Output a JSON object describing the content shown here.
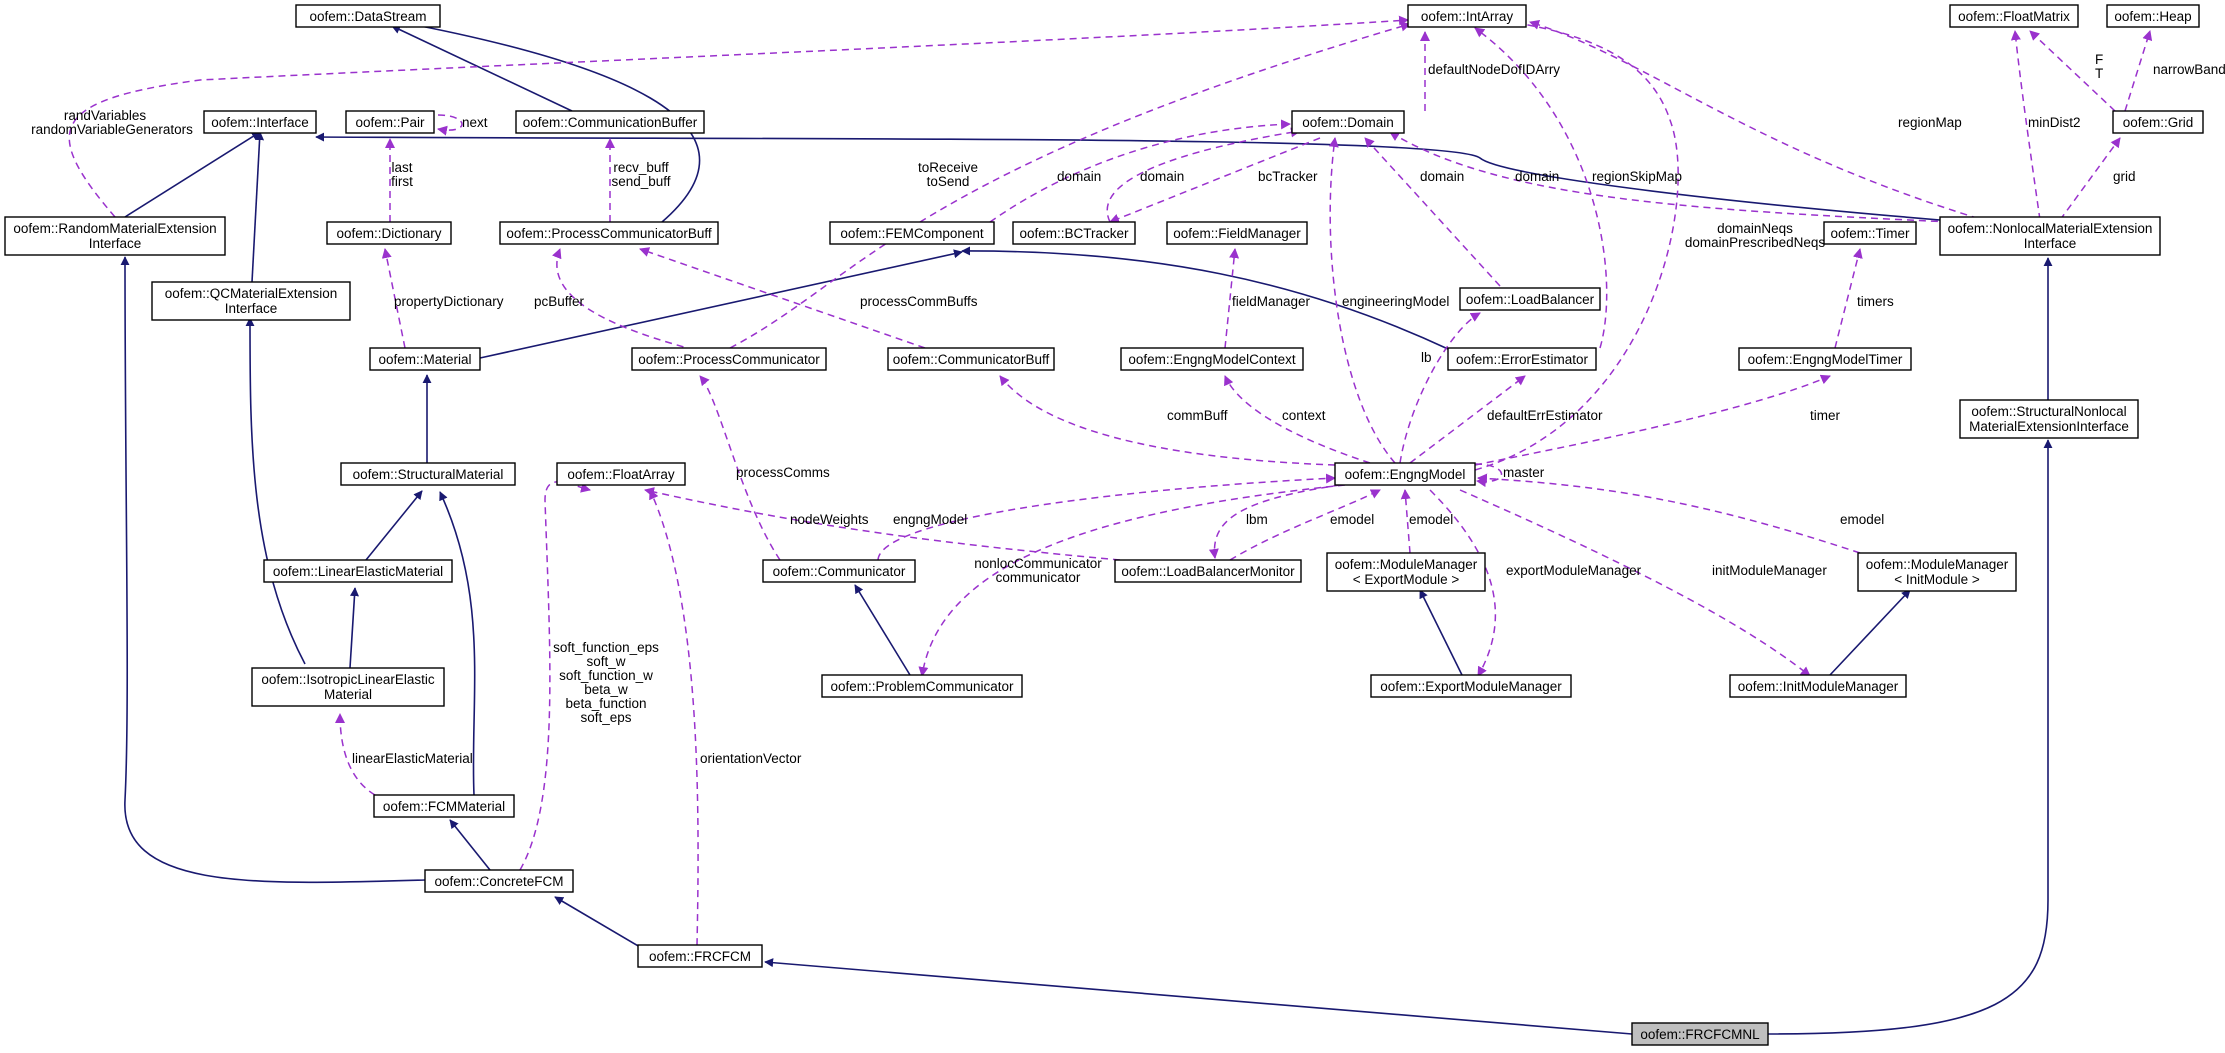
{
  "nodes": {
    "datastream": "oofem::DataStream",
    "intarray": "oofem::IntArray",
    "floatmatrix": "oofem::FloatMatrix",
    "heap": "oofem::Heap",
    "interface": "oofem::Interface",
    "pair": "oofem::Pair",
    "commbuffer": "oofem::CommunicationBuffer",
    "domain": "oofem::Domain",
    "grid": "oofem::Grid",
    "randmat": [
      "oofem::RandomMaterialExtension",
      "Interface"
    ],
    "dictionary": "oofem::Dictionary",
    "pcbuff": "oofem::ProcessCommunicatorBuff",
    "femcomponent": "oofem::FEMComponent",
    "bctracker": "oofem::BCTracker",
    "fieldmanager": "oofem::FieldManager",
    "timer": "oofem::Timer",
    "nonlocal": [
      "oofem::NonlocalMaterialExtension",
      "Interface"
    ],
    "qcmat": [
      "oofem::QCMaterialExtension",
      "Interface"
    ],
    "loadbalancer": "oofem::LoadBalancer",
    "material": "oofem::Material",
    "proccomm": "oofem::ProcessCommunicator",
    "commbuff": "oofem::CommunicatorBuff",
    "emcontext": "oofem::EngngModelContext",
    "errest": "oofem::ErrorEstimator",
    "emtimer": "oofem::EngngModelTimer",
    "structnonlocal": [
      "oofem::StructuralNonlocal",
      "MaterialExtensionInterface"
    ],
    "structmat": "oofem::StructuralMaterial",
    "floatarray": "oofem::FloatArray",
    "engngmodel": "oofem::EngngModel",
    "linelastic": "oofem::LinearElasticMaterial",
    "communicator": "oofem::Communicator",
    "lbmonitor": "oofem::LoadBalancerMonitor",
    "mmexport": [
      "oofem::ModuleManager",
      "< ExportModule >"
    ],
    "mminit": [
      "oofem::ModuleManager",
      "< InitModule >"
    ],
    "isolinelastic": [
      "oofem::IsotropicLinearElastic",
      "Material"
    ],
    "probcomm": "oofem::ProblemCommunicator",
    "exportmm": "oofem::ExportModuleManager",
    "initmm": "oofem::InitModuleManager",
    "fcmmat": "oofem::FCMMaterial",
    "concretefcm": "oofem::ConcreteFCM",
    "frcfcm": "oofem::FRCFCM",
    "frcfcmnl": "oofem::FRCFCMNL"
  },
  "labels": {
    "randvars": [
      "randVariables",
      "randomVariableGenerators"
    ],
    "next": "next",
    "lastfirst": [
      "last",
      "first"
    ],
    "recvsend": [
      "recv_buff",
      "send_buff"
    ],
    "torecv": [
      "toReceive",
      "toSend"
    ],
    "defaultnode": "defaultNodeDofIDArry",
    "ft": [
      "F",
      "T"
    ],
    "narrowband": "narrowBand",
    "regionmap": "regionMap",
    "mindist2": "minDist2",
    "grid": "grid",
    "domain1": "domain",
    "domain2": "domain",
    "domain3": "domain",
    "domain4": "domain",
    "bctracker": "bcTracker",
    "regionskip": "regionSkipMap",
    "domainneqs": [
      "domainNeqs",
      "domainPrescribedNeqs"
    ],
    "propdict": "propertyDictionary",
    "pcbuffer": "pcBuffer",
    "processcommbuffs": "processCommBuffs",
    "fieldmanager": "fieldManager",
    "engineering": "engineeringModel",
    "timers": "timers",
    "lb": "lb",
    "commbuff": "commBuff",
    "context": "context",
    "defaulterr": "defaultErrEstimator",
    "timer": "timer",
    "processcomms": "processComms",
    "master": "master",
    "nodeweights": "nodeWeights",
    "engngmodel": "engngModel",
    "lbm": "lbm",
    "emodel1": "emodel",
    "emodel2": "emodel",
    "emodel3": "emodel",
    "nonloccomm": [
      "nonlocCommunicator",
      "communicator"
    ],
    "exportmm": "exportModuleManager",
    "initmm": "initModuleManager",
    "softfunc": [
      "soft_function_eps",
      "soft_w",
      "soft_function_w",
      "beta_w",
      "beta_function",
      "soft_eps"
    ],
    "linelastic": "linearElasticMaterial",
    "orientation": "orientationVector"
  },
  "colors": {
    "inheritance": "#191970",
    "usage": "#9a32cd",
    "highlight": "#bfbfbf"
  }
}
